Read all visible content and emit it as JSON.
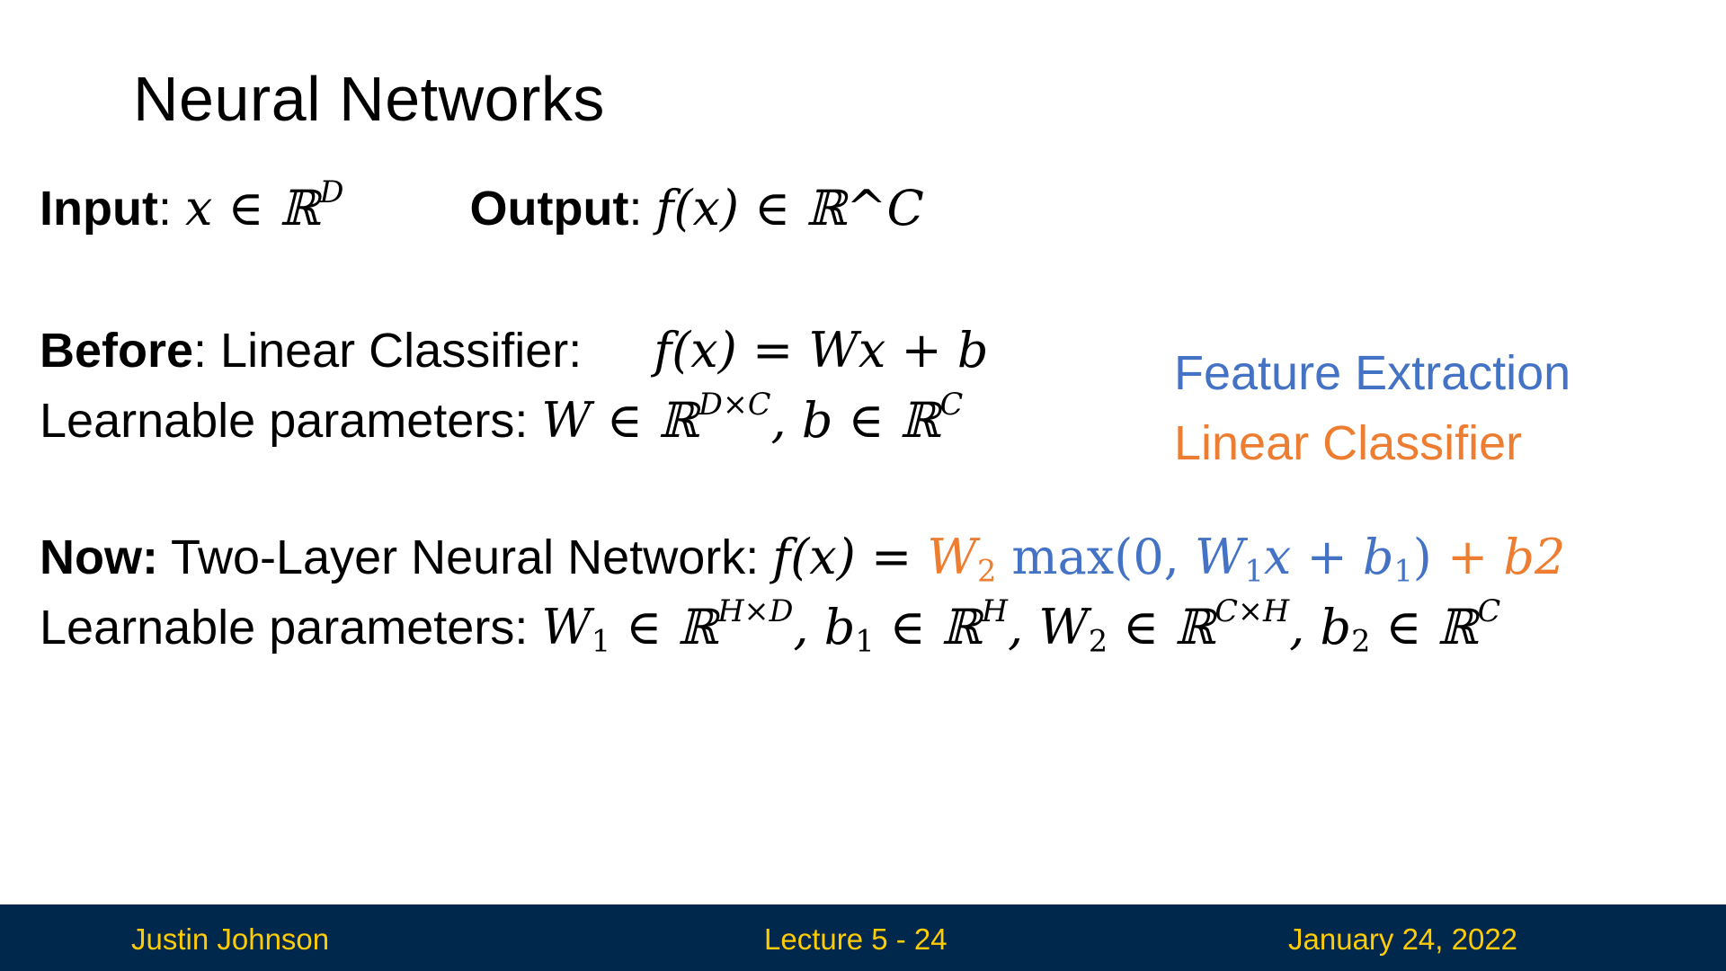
{
  "title": "Neural Networks",
  "line_io": {
    "input_label": "Input",
    "input_sep": ":",
    "input_expr": "𝑥 ∈ ℝ",
    "input_sup": "𝐷",
    "output_label": "Output",
    "output_sep": ":",
    "output_expr": "𝑓(𝑥) ∈ ℝ^𝐶"
  },
  "line_before": {
    "label": "Before",
    "text": ": Linear Classifier:",
    "formula": "𝑓(𝑥) = 𝑊𝑥 + 𝑏"
  },
  "line_params1": {
    "text": "Learnable parameters:",
    "w": "𝑊 ∈ ℝ",
    "w_sup": "𝐷×𝐶",
    "b": ", 𝑏 ∈ ℝ",
    "b_sup": "𝐶"
  },
  "legend": {
    "feature": "Feature Extraction",
    "linear": "Linear Classifier",
    "feature_color": "#4472C4",
    "linear_color": "#ED7D31"
  },
  "line_now": {
    "label": "Now:",
    "text": "Two-Layer Neural Network:",
    "f_prefix": "𝑓(𝑥) =",
    "w2": "𝑊",
    "w2_sub": "2",
    "max_open": " max(0, ",
    "w1": "𝑊",
    "w1_sub": "1",
    "x_plus_b": "𝑥 + 𝑏",
    "b1_sub": "1",
    "close": ")",
    "plus_b2": " + 𝑏2"
  },
  "line_params2": {
    "text": "Learnable parameters:",
    "p1": "𝑊",
    "p1_sub": "1",
    "p1_in": " ∈ ℝ",
    "p1_sup": "𝐻×𝐷",
    "p2": ", 𝑏",
    "p2_sub": "1",
    "p2_in": " ∈ ℝ",
    "p2_sup": "𝐻",
    "p3": ", 𝑊",
    "p3_sub": "2",
    "p3_in": " ∈ ℝ",
    "p3_sup": "𝐶×𝐻",
    "p4": ", 𝑏",
    "p4_sub": "2",
    "p4_in": " ∈ ℝ",
    "p4_sup": "𝐶"
  },
  "footer": {
    "author": "Justin Johnson",
    "lecture": "Lecture 5 - 24",
    "date": "January 24, 2022",
    "bg_color": "#00274C",
    "text_color": "#FFCB05"
  }
}
